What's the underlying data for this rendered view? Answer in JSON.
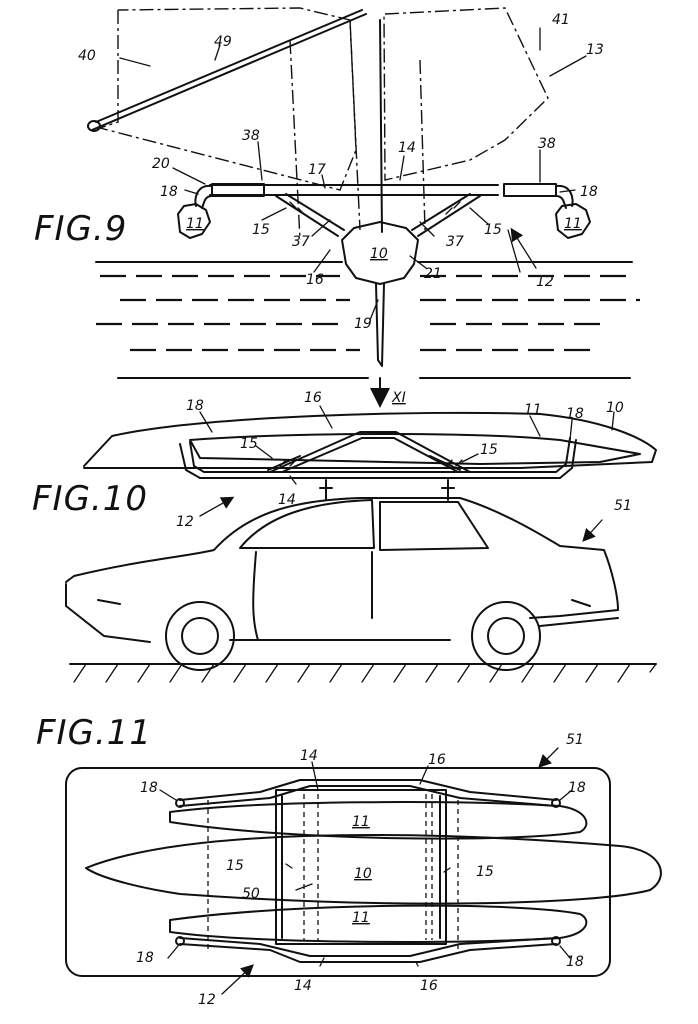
{
  "figures": {
    "fig9": "FIG.9",
    "fig10": "FIG.10",
    "fig11": "FIG.11"
  },
  "section_marker": "XI",
  "fig9_refs": {
    "r40": "40",
    "r49": "49",
    "r41": "41",
    "r13": "13",
    "r38a": "38",
    "r38b": "38",
    "r14": "14",
    "r20": "20",
    "r17": "17",
    "r18a": "18",
    "r18b": "18",
    "r11a": "11",
    "r11b": "11",
    "r15a": "15",
    "r15b": "15",
    "r37a": "37",
    "r37b": "37",
    "r10": "10",
    "r16": "16",
    "r21": "21",
    "r12": "12",
    "r19": "19"
  },
  "fig10_refs": {
    "r18a": "18",
    "r16": "16",
    "r11": "11",
    "r18b": "18",
    "r10": "10",
    "r15a": "15",
    "r15b": "15",
    "r14": "14",
    "r12": "12",
    "r51": "51"
  },
  "fig11_refs": {
    "r51": "51",
    "r14a": "14",
    "r16a": "16",
    "r18a": "18",
    "r18b": "18",
    "r11a": "11",
    "r15a": "15",
    "r10": "10",
    "r15b": "15",
    "r50": "50",
    "r11b": "11",
    "r18c": "18",
    "r18d": "18",
    "r12": "12",
    "r14b": "14",
    "r16b": "16"
  }
}
